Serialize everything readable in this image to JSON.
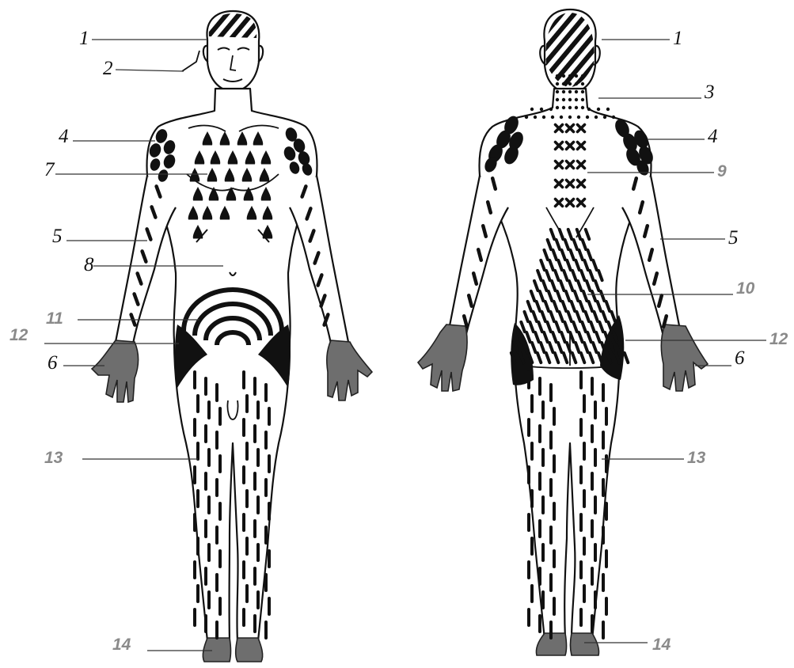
{
  "front_labels": [
    "1",
    "2",
    "4",
    "7",
    "5",
    "8",
    "11",
    "12",
    "6",
    "13",
    "14"
  ],
  "back_labels": [
    "1",
    "3",
    "4",
    "9",
    "5",
    "10",
    "12",
    "6",
    "13",
    "14"
  ],
  "colors": {
    "outline": "#111111",
    "pattern": "#111111",
    "hand_foot_fill": "#6e6e6e",
    "gray_label": "#8a8a8a",
    "skin": "#ffffff"
  },
  "icons": {
    "head_zone": "diagonal-hatching",
    "shoulder_zone": "black-ovals",
    "chest_zone": "black-triangles",
    "upper_back_zone": "crosses",
    "lower_back_zone": "slanted-dashes",
    "neck_zone": "dots",
    "groin_zone": "concentric-arcs",
    "buttock_zone": "solid-black",
    "hand_foot_zone": "gray-fill",
    "limb_zone": "vertical-dashes"
  }
}
